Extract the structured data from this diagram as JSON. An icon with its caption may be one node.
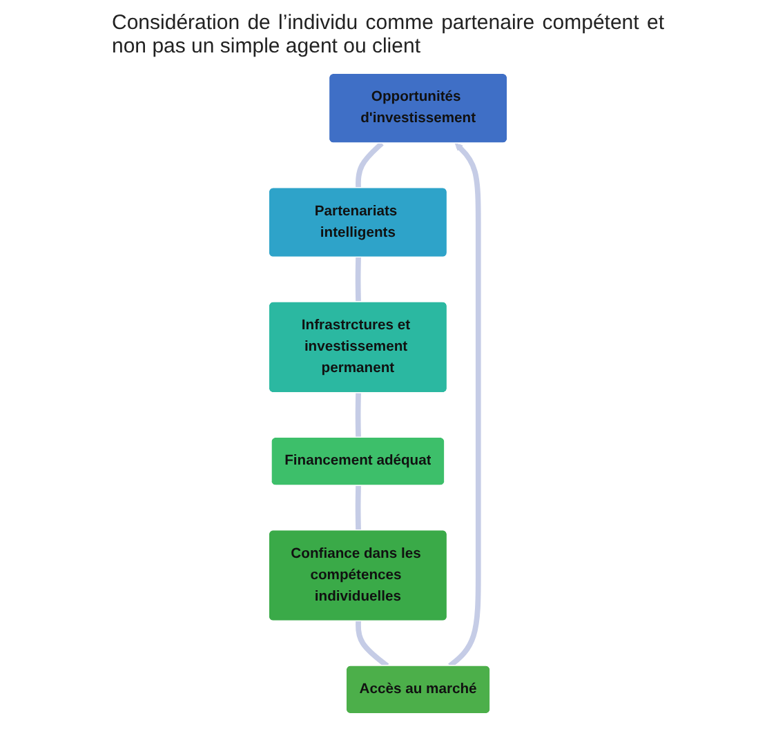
{
  "diagram": {
    "nodes": [
      {
        "text": [
          "Opportunités d'investissement"
        ]
      },
      {
        "text": [
          "Partenariats intelligents"
        ]
      },
      {
        "text": [
          "Infrastrctures et investissement permanent"
        ]
      },
      {
        "text": [
          "Financement adéquat"
        ]
      },
      {
        "text": [
          "Confiance dans les compétences individuelles"
        ]
      },
      {
        "text": [
          "Accès au marché"
        ]
      }
    ],
    "edges": [
      {
        "from": 0,
        "to": 1,
        "arrow": "none"
      },
      {
        "from": 1,
        "to": 2,
        "arrow": "none"
      },
      {
        "from": 2,
        "to": 3,
        "arrow": "none"
      },
      {
        "from": 3,
        "to": 4,
        "arrow": "none"
      },
      {
        "from": 4,
        "to": 5,
        "arrow": "none"
      },
      {
        "from": 5,
        "to": 0,
        "arrow": "to"
      }
    ],
    "labels": [
      "Considération de l’individu comme partenaire compétent et non pas un simple agent ou client"
    ]
  }
}
